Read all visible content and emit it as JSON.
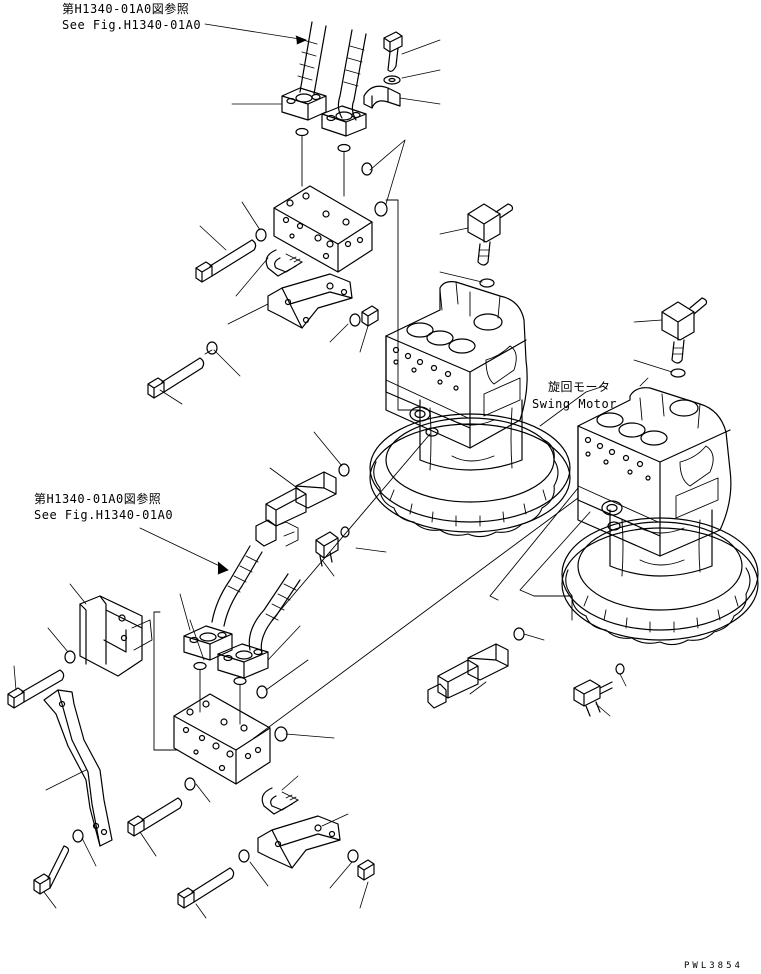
{
  "callouts": {
    "top_ref_jp": "第H1340-01A0図参照",
    "top_ref_en": "See Fig.H1340-01A0",
    "mid_ref_jp": "第H1340-01A0図参照",
    "mid_ref_en": "See Fig.H1340-01A0",
    "motor_jp": "旋回モータ",
    "motor_en": "Swing Motor"
  },
  "drawing_code": "PWL3854",
  "colors": {
    "line": "#000000",
    "background": "#ffffff"
  }
}
